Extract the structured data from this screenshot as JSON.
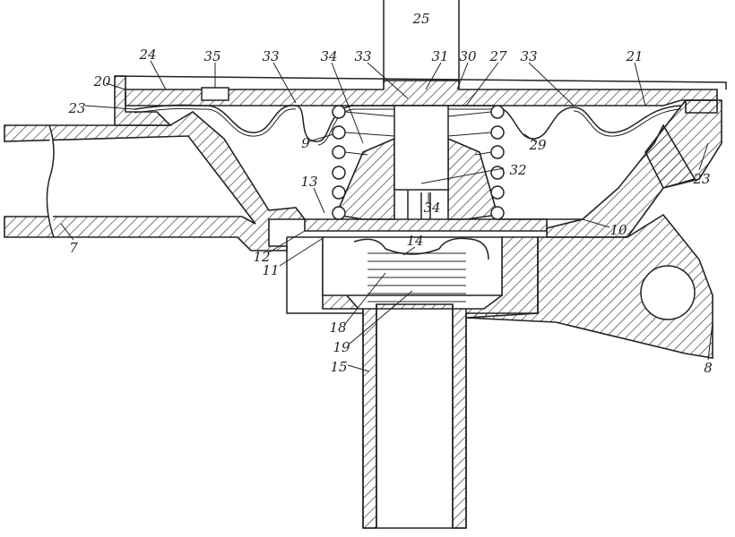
{
  "figure": {
    "type": "patent cross-section drawing of a valve",
    "reference_numerals": {
      "cap": "25",
      "seal_ring": "24",
      "opening": "35",
      "rib_left": "33",
      "pin_top": "34",
      "rib_center": "33",
      "plate_collar": "31",
      "cover_plate": "30",
      "stem": "27",
      "rib_right": "33",
      "diaphragm": "21",
      "housing_rim": "20",
      "gasket_left": "23",
      "spring": "9",
      "bellows": "29",
      "gasket_right": "23",
      "stem_end": "32",
      "seat": "13",
      "pin_lower": "34",
      "housing": "10",
      "inlet_pipe": "7",
      "valve_seat": "12",
      "chamber": "11",
      "valve_disc": "14",
      "coil": "18",
      "coil_spring": "19",
      "outlet_pipe": "15",
      "mounting_lug": "8"
    }
  }
}
